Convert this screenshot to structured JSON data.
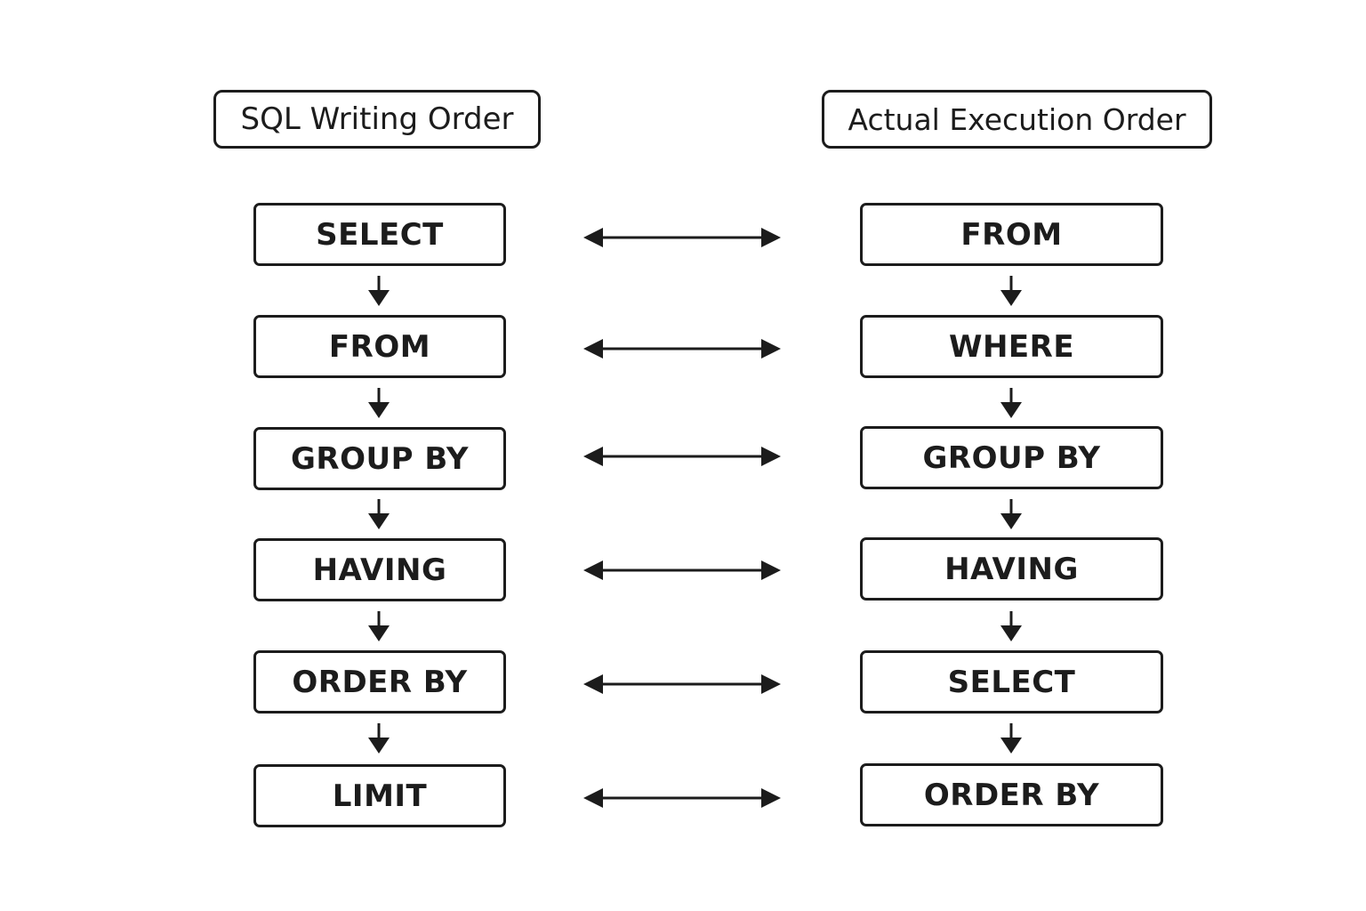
{
  "diagram": {
    "left_header": "SQL Writing Order",
    "right_header": "Actual Execution Order",
    "left_steps": [
      "SELECT",
      "FROM",
      "GROUP BY",
      "HAVING",
      "ORDER BY",
      "LIMIT"
    ],
    "right_steps": [
      "FROM",
      "WHERE",
      "GROUP BY",
      "HAVING",
      "SELECT",
      "ORDER BY"
    ],
    "colors": {
      "line": "#1c1c1c",
      "background": "#ffffff"
    }
  }
}
